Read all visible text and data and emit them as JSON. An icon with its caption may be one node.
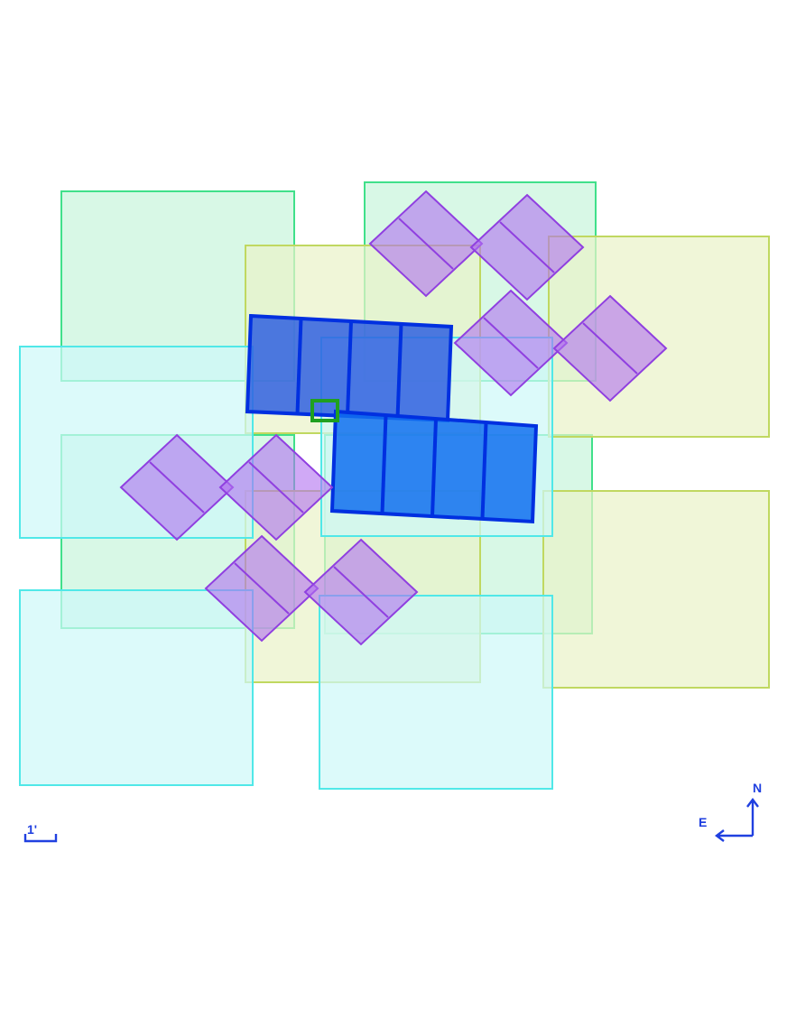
{
  "diagram": {
    "labels": [
      "1'",
      "N",
      "E"
    ]
  }
}
